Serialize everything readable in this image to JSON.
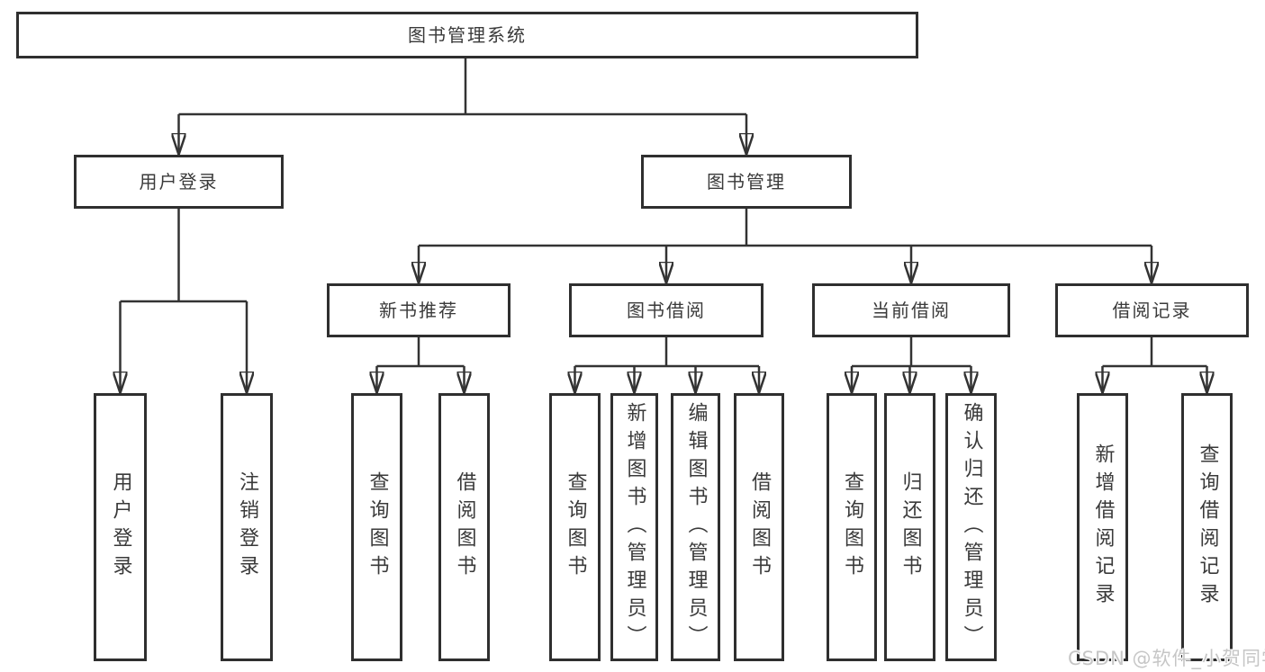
{
  "tree": {
    "label": "图书管理系统",
    "children": [
      {
        "label": "用户登录",
        "children": [
          {
            "label": "用户登录"
          },
          {
            "label": "注销登录"
          }
        ]
      },
      {
        "label": "图书管理",
        "children": [
          {
            "label": "新书推荐",
            "children": [
              {
                "label": "查询图书"
              },
              {
                "label": "借阅图书"
              }
            ]
          },
          {
            "label": "图书借阅",
            "children": [
              {
                "label": "查询图书"
              },
              {
                "label": "新增图书（管理员）"
              },
              {
                "label": "编辑图书（管理员）"
              },
              {
                "label": "借阅图书"
              }
            ]
          },
          {
            "label": "当前借阅",
            "children": [
              {
                "label": "查询图书"
              },
              {
                "label": "归还图书"
              },
              {
                "label": "确认归还（管理员）"
              }
            ]
          },
          {
            "label": "借阅记录",
            "children": [
              {
                "label": "新增借阅记录"
              },
              {
                "label": "查询借阅记录"
              }
            ]
          }
        ]
      }
    ]
  },
  "watermark": "CSDN @软件_小贺同学",
  "colors": {
    "line": "#333333",
    "box_border": "#2f2f2f",
    "text": "#3a3a3a",
    "watermark": "#c6c6c6",
    "background": "#ffffff"
  }
}
